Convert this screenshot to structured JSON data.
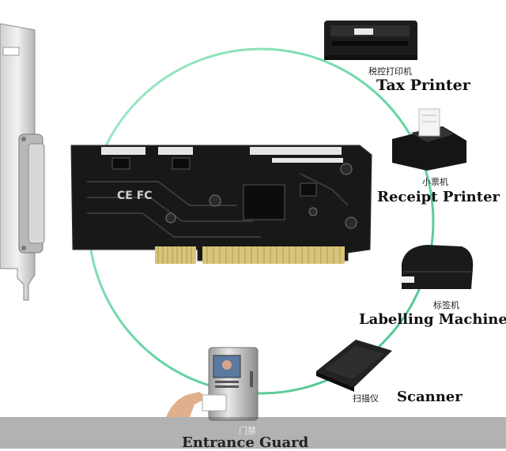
{
  "devices": [
    {
      "key": "tax",
      "label_cn": "税控打印机",
      "label_en": "Tax Printer"
    },
    {
      "key": "receipt",
      "label_cn": "小票机",
      "label_en": "Receipt Printer"
    },
    {
      "key": "label",
      "label_cn": "标签机",
      "label_en": "Labelling Machine"
    },
    {
      "key": "scanner",
      "label_cn": "扫描仪",
      "label_en": "Scanner"
    },
    {
      "key": "guard",
      "label_cn": "门禁",
      "label_en": "Entrance Guard"
    }
  ],
  "card": {
    "ce_mark": "CE FC"
  },
  "colors": {
    "ring": "#5fd3a0",
    "pcb": "#1a1a1a",
    "gold": "#d8c47a"
  }
}
